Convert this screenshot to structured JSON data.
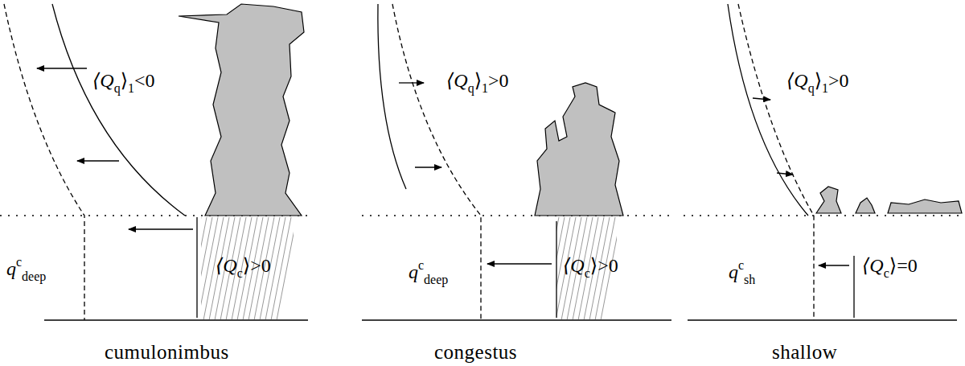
{
  "diagram": {
    "labels": [
      "⟨Q",
      "q",
      "⟩",
      "1",
      "<0",
      "⟨Q",
      "c",
      "⟩",
      ">0",
      "q",
      "c",
      "deep",
      "cumulonimbus",
      "⟨Q",
      "q",
      "⟩",
      "1",
      ">0",
      "⟨Q",
      "c",
      "⟩",
      ">0",
      "q",
      "c",
      "deep",
      "congestus",
      "⟨Q",
      "q",
      "⟩",
      "1",
      ">0",
      "⟨Q",
      "c",
      "⟩",
      "=0",
      "q",
      "c",
      "sh",
      "shallow"
    ]
  }
}
